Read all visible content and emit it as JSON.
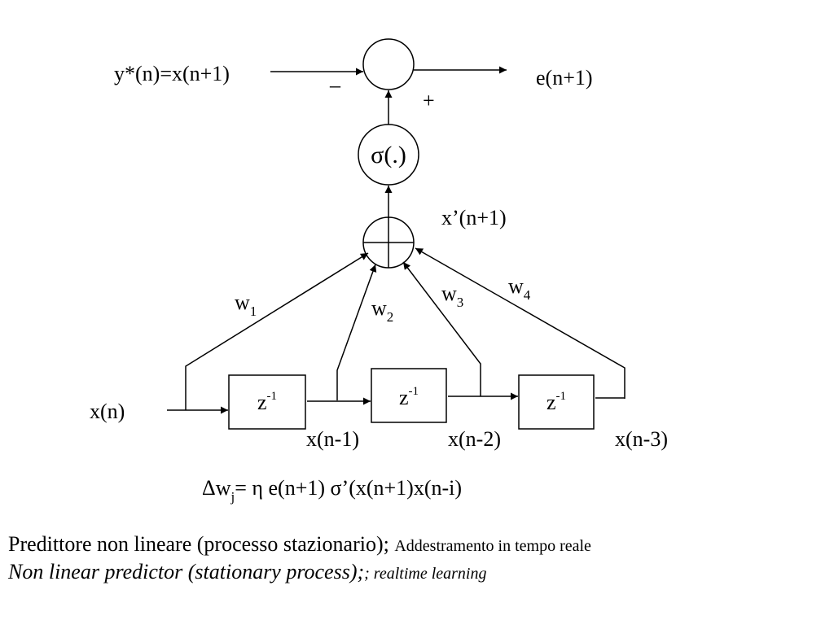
{
  "diagram": {
    "target_label": "y*(n)=x(n+1)",
    "minus_sign": "–",
    "plus_sign": "+",
    "error_label": "e(n+1)",
    "sigma_label": "σ(.)",
    "sum_output_label": "x’(n+1)",
    "weights": [
      {
        "base": "w",
        "sub": "1"
      },
      {
        "base": "w",
        "sub": "2"
      },
      {
        "base": "w",
        "sub": "3"
      },
      {
        "base": "w",
        "sub": "4"
      }
    ],
    "input_label": "x(n)",
    "delay_label": {
      "base": "z",
      "sup": "-1"
    },
    "tap_labels": [
      "x(n-1)",
      "x(n-2)",
      "x(n-3)"
    ],
    "update_rule": {
      "delta": "Δw",
      "sub": "j",
      "rest": "= η e(n+1) σ’(x(n+1)x(n-i)"
    }
  },
  "caption": {
    "line1_main": "Predittore non lineare (processo stazionario); ",
    "line1_small": "Addestramento in tempo reale",
    "line2_main": "Non linear predictor (stationary process);",
    "line2_small": "; realtime  learning"
  }
}
